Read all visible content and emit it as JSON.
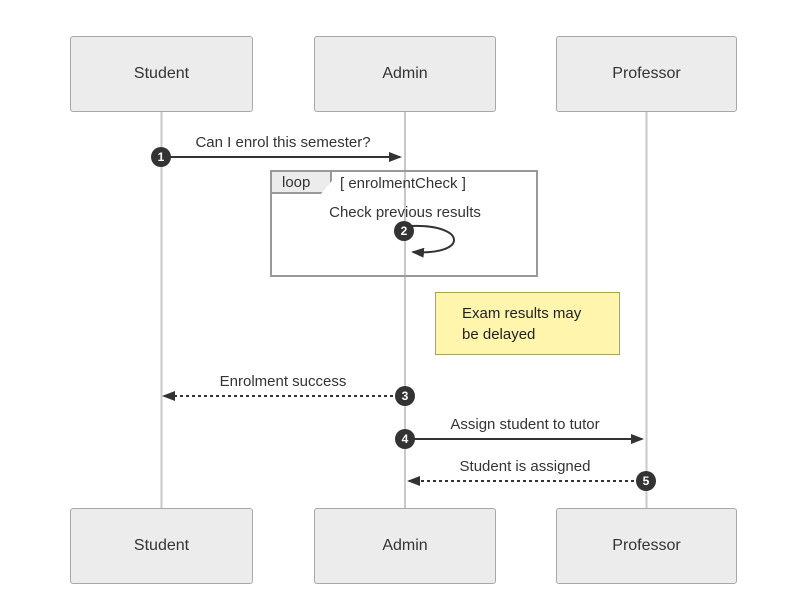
{
  "diagram": {
    "kind": "uml-sequence-diagram",
    "actors": [
      {
        "id": "student",
        "label": "Student"
      },
      {
        "id": "admin",
        "label": "Admin"
      },
      {
        "id": "professor",
        "label": "Professor"
      }
    ],
    "messages": [
      {
        "num": "1",
        "text": "Can I enrol this semester?",
        "style": "solid",
        "from": "Student",
        "to": "Admin"
      },
      {
        "num": "2",
        "text": "Check previous results",
        "style": "self",
        "from": "Admin",
        "to": "Admin"
      },
      {
        "num": "3",
        "text": "Enrolment success",
        "style": "dashed",
        "from": "Admin",
        "to": "Student"
      },
      {
        "num": "4",
        "text": "Assign student to tutor",
        "style": "solid",
        "from": "Admin",
        "to": "Professor"
      },
      {
        "num": "5",
        "text": "Student is assigned",
        "style": "dashed",
        "from": "Professor",
        "to": "Admin"
      }
    ],
    "loop": {
      "label": "loop",
      "condition": "[ enrolmentCheck ]"
    },
    "note": {
      "lines": [
        "Exam results may",
        "be delayed"
      ]
    },
    "colors": {
      "actor_fill": "#ececec",
      "actor_border": "#a8a8a8",
      "lifeline": "#c9c9c9",
      "message_line": "#333333",
      "loop_border": "#999999",
      "note_fill": "#fff5ad",
      "note_border": "#aaaa33",
      "number_badge_fill": "#333333",
      "number_badge_text": "#ffffff",
      "text": "#333333"
    }
  }
}
